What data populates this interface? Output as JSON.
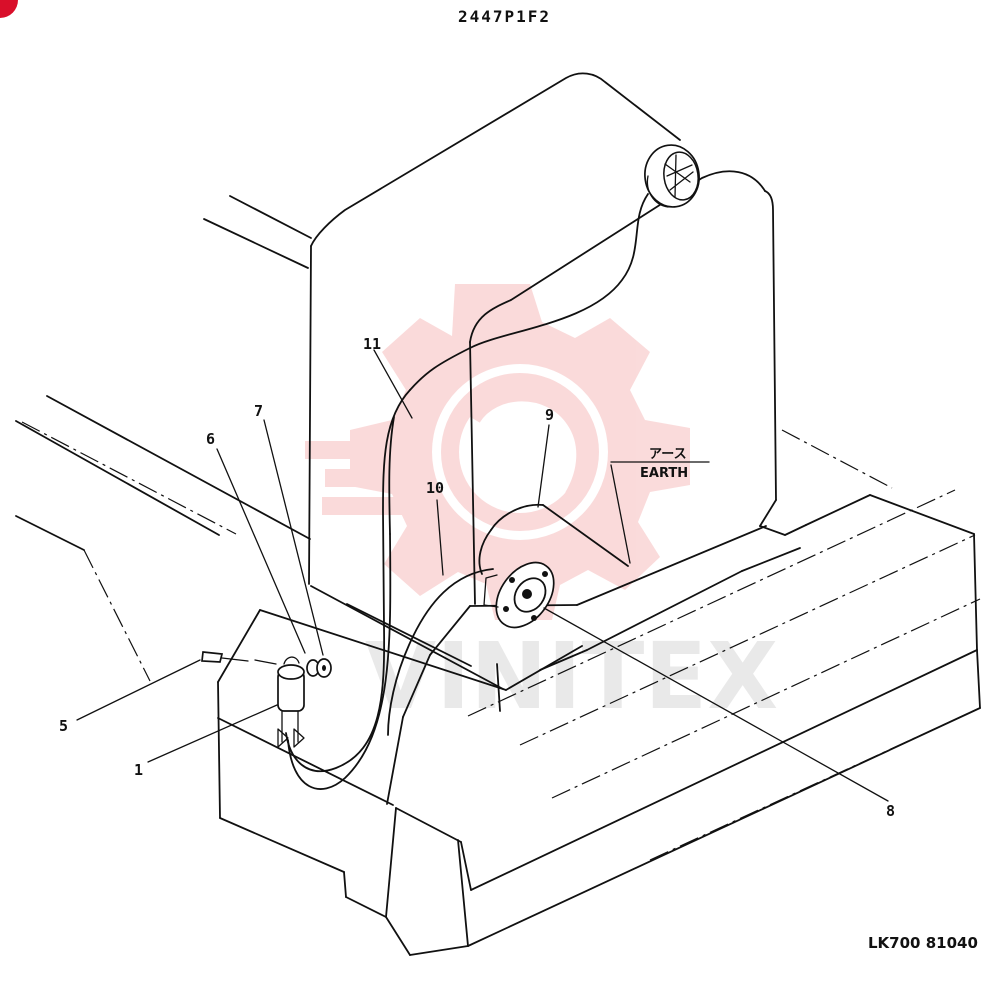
{
  "header": {
    "title": "2447P1F2"
  },
  "callouts": [
    {
      "id": "callout-1",
      "label": "1"
    },
    {
      "id": "callout-5",
      "label": "5"
    },
    {
      "id": "callout-6",
      "label": "6"
    },
    {
      "id": "callout-7",
      "label": "7"
    },
    {
      "id": "callout-8",
      "label": "8"
    },
    {
      "id": "callout-9",
      "label": "9"
    },
    {
      "id": "callout-10",
      "label": "10"
    },
    {
      "id": "callout-11",
      "label": "11"
    }
  ],
  "annotation": {
    "earth_jp": "アース",
    "earth_en": "EARTH"
  },
  "footer": {
    "code": "LK700 81040"
  },
  "watermark": {
    "text": "VINITEX",
    "color": "#e53a3a"
  },
  "badge": {
    "color": "#d90f2a"
  }
}
